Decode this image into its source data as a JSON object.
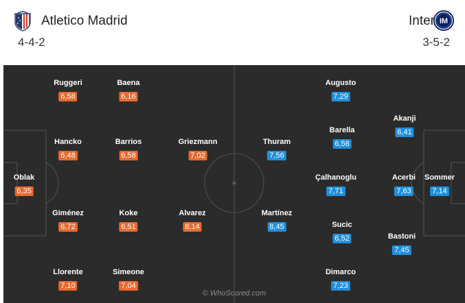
{
  "home": {
    "name": "Atletico Madrid",
    "formation": "4-4-2",
    "crest_icon": "atletico-madrid-crest-icon",
    "rating_color": "#e8692f",
    "players": [
      {
        "name": "Oblak",
        "rating": "6,35"
      },
      {
        "name": "Ruggeri",
        "rating": "6,58"
      },
      {
        "name": "Hancko",
        "rating": "6,48"
      },
      {
        "name": "Giménez",
        "rating": "6,72"
      },
      {
        "name": "Llorente",
        "rating": "7,10"
      },
      {
        "name": "Baena",
        "rating": "6,16"
      },
      {
        "name": "Barrios",
        "rating": "6,58"
      },
      {
        "name": "Koke",
        "rating": "6,51"
      },
      {
        "name": "Simeone",
        "rating": "7,04"
      },
      {
        "name": "Griezmann",
        "rating": "7,02"
      },
      {
        "name": "Alvarez",
        "rating": "8,14"
      }
    ]
  },
  "away": {
    "name": "Inter",
    "formation": "3-5-2",
    "crest_icon": "inter-crest-icon",
    "rating_color": "#1f8fdc",
    "players": [
      {
        "name": "Thuram",
        "rating": "7,56"
      },
      {
        "name": "Martínez",
        "rating": "8,45"
      },
      {
        "name": "Augusto",
        "rating": "7,29"
      },
      {
        "name": "Barella",
        "rating": "6,58"
      },
      {
        "name": "Çalhanoglu",
        "rating": "7,71"
      },
      {
        "name": "Sucic",
        "rating": "6,52"
      },
      {
        "name": "Dimarco",
        "rating": "7,23"
      },
      {
        "name": "Akanji",
        "rating": "6,41"
      },
      {
        "name": "Acerbi",
        "rating": "7,63"
      },
      {
        "name": "Bastoni",
        "rating": "7,45"
      },
      {
        "name": "Sommer",
        "rating": "7,14"
      }
    ]
  },
  "pitch_color": "#2b2b2b",
  "watermark": "© WhoScored.com"
}
